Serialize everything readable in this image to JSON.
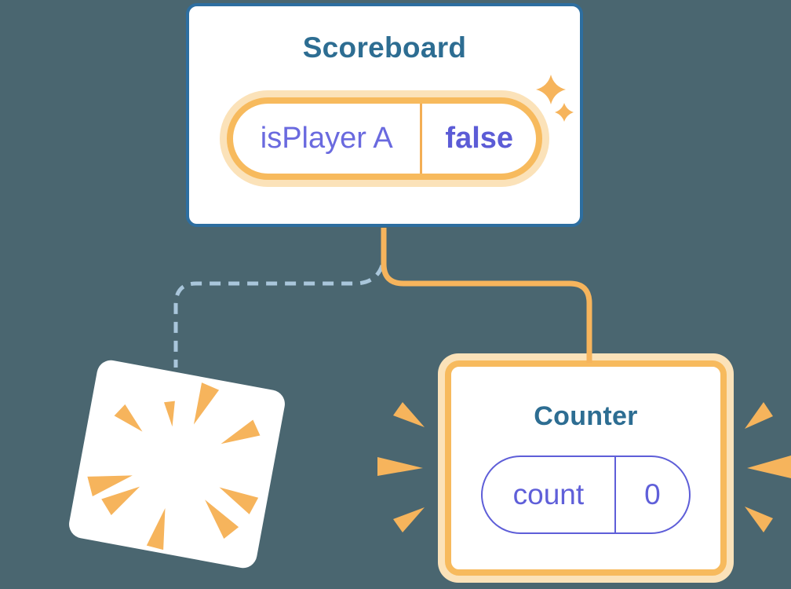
{
  "illustration": {
    "description": "React component tree state diagram",
    "background_color": "#4A6670",
    "scoreboard": {
      "title": "Scoreboard",
      "state": {
        "name": "isPlayer A",
        "value": "false"
      }
    },
    "counter": {
      "title": "Counter",
      "state": {
        "name": "count",
        "value": "0"
      }
    },
    "icons": {
      "sparkles": "sparkles-icon",
      "burst": "burst-icon",
      "emphasis_left": "emphasis-marks-icon",
      "emphasis_right": "emphasis-marks-icon"
    },
    "colors": {
      "card_border_blue": "#2D6EA0",
      "title_teal": "#2D6D92",
      "state_purple": "#5E5ED8",
      "orange": "#F6B45C",
      "orange_glow": "#FBE2B9",
      "removed_connector_blue": "#A9C6DB",
      "card_background": "#FFFFFF"
    }
  }
}
